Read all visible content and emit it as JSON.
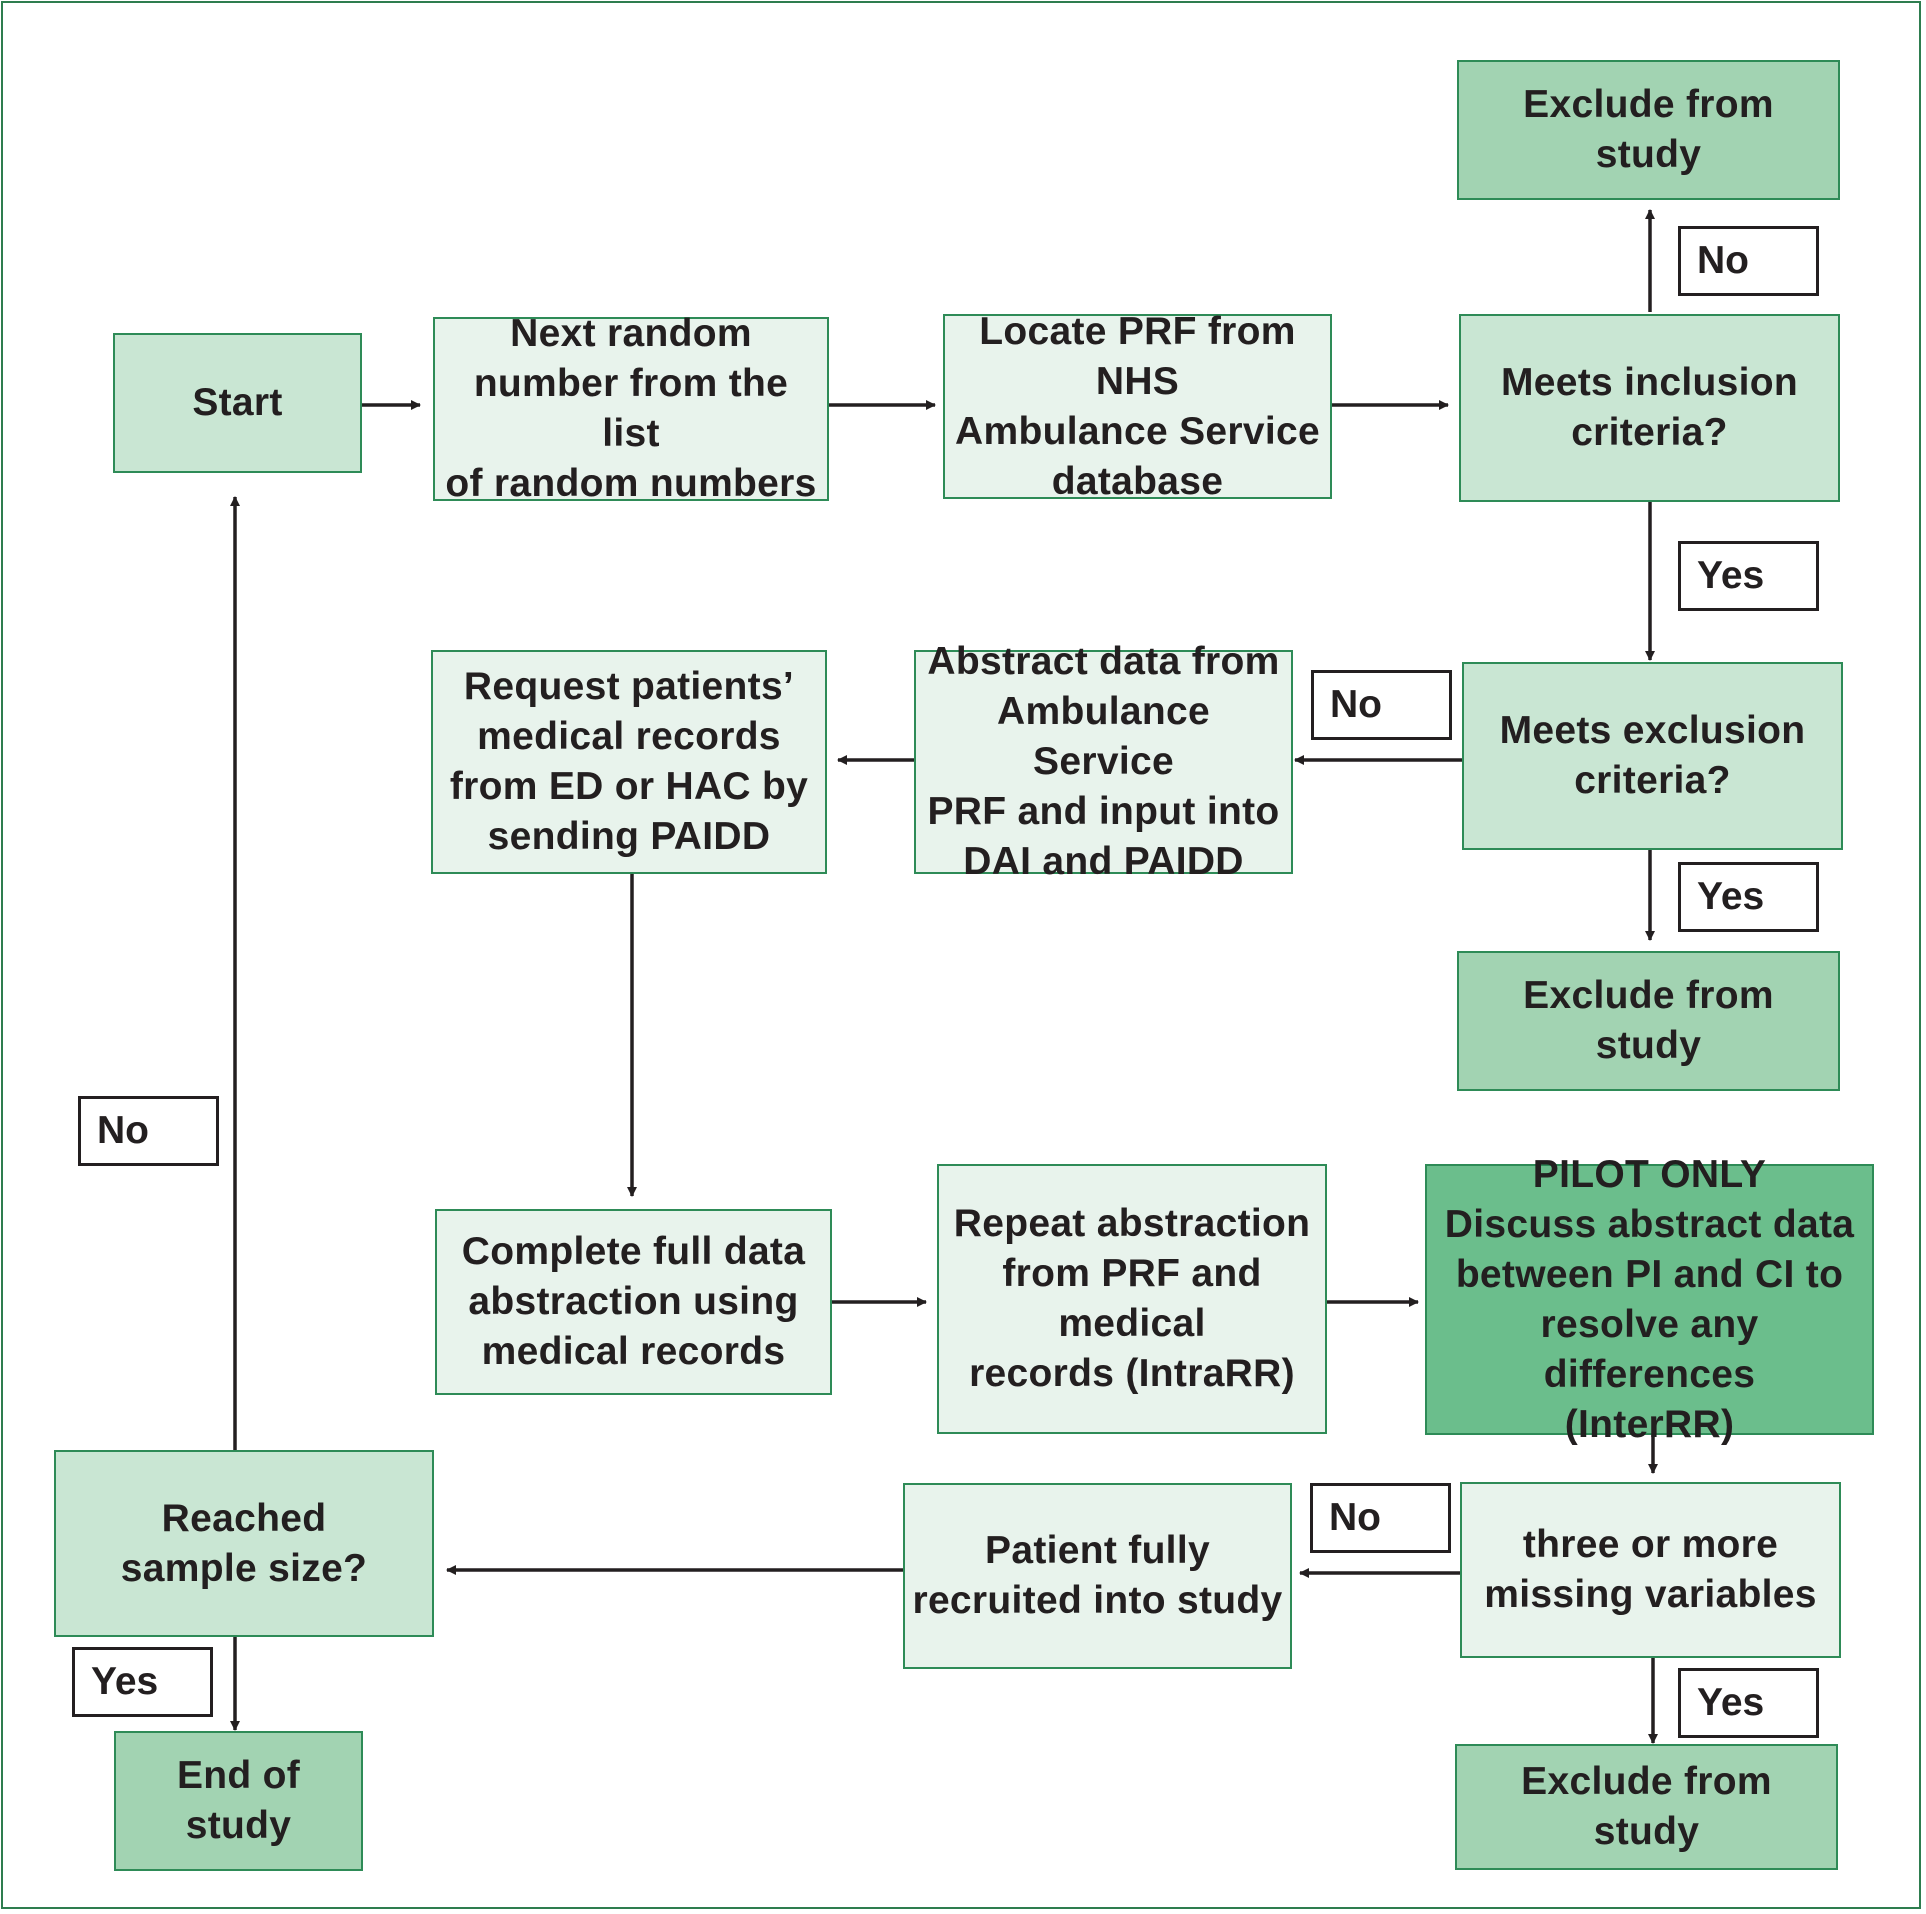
{
  "nodes": {
    "start": "Start",
    "next_random": [
      "Next random",
      "number from the list",
      "of random numbers"
    ],
    "locate_prf": [
      "Locate PRF from NHS",
      "Ambulance Service",
      "database"
    ],
    "meets_inclusion": [
      "Meets inclusion",
      "criteria?"
    ],
    "exclude_1": "Exclude from study",
    "meets_exclusion": [
      "Meets exclusion",
      "criteria?"
    ],
    "exclude_2": "Exclude from study",
    "abstract_data": [
      "Abstract data from",
      "Ambulance Service",
      "PRF and input into",
      "DAI and PAIDD"
    ],
    "request_records": [
      "Request patients’",
      "medical records",
      "from ED or HAC by",
      "sending PAIDD"
    ],
    "complete_abstraction": [
      "Complete full data",
      "abstraction using",
      "medical records"
    ],
    "repeat_abstraction": [
      "Repeat abstraction",
      "from PRF and medical",
      "records (IntraRR)"
    ],
    "pilot_only": [
      "PILOT ONLY",
      "Discuss abstract data",
      "between PI and CI to",
      "resolve any differences",
      "(InterRR)"
    ],
    "missing_variables": [
      "three or more",
      "missing variables"
    ],
    "exclude_3": "Exclude from study",
    "fully_recruited": [
      "Patient fully",
      "recruited into study"
    ],
    "reached_sample": [
      "Reached",
      "sample size?"
    ],
    "end_of_study": "End of study"
  },
  "labels": {
    "inclusion_no": "No",
    "inclusion_yes": "Yes",
    "exclusion_no": "No",
    "exclusion_yes": "Yes",
    "missing_no": "No",
    "missing_yes": "Yes",
    "sample_no": "No",
    "sample_yes": "Yes"
  },
  "colors": {
    "border": "#2e8b57",
    "light_fill": "#e8f3ec",
    "mid_fill": "#c9e6d3",
    "dark_fill": "#a2d3b2",
    "strong_fill": "#6bbe8c",
    "line": "#231f20"
  }
}
